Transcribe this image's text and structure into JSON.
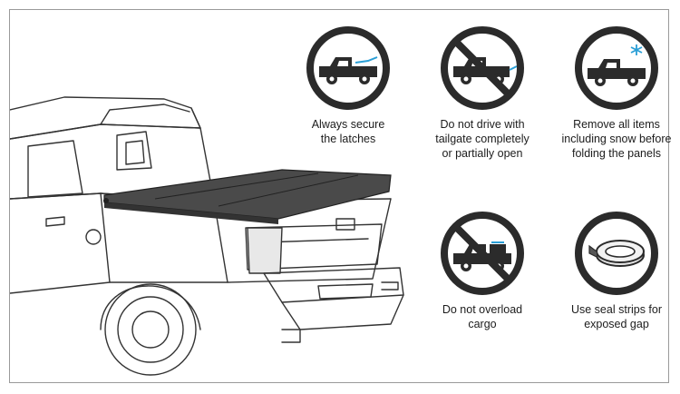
{
  "panels": [
    {
      "id": "secure",
      "caption": "Always secure\nthe latches",
      "icon": "truck-secure-latches-icon",
      "prohibited": false
    },
    {
      "id": "tailgate",
      "caption": "Do not drive with\ntailgate completely\nor partially open",
      "icon": "truck-tailgate-open-icon",
      "prohibited": true
    },
    {
      "id": "snow",
      "caption": "Remove all items\nincluding snow before\nfolding the panels",
      "icon": "truck-snow-icon",
      "prohibited": false
    },
    {
      "id": "overload",
      "caption": "Do not overload\ncargo",
      "icon": "truck-overload-icon",
      "prohibited": true
    },
    {
      "id": "seal",
      "caption": "Use seal strips for\nexposed gap",
      "icon": "seal-strip-roll-icon",
      "prohibited": false
    }
  ],
  "colors": {
    "circle": "#2b2b2b",
    "accent": "#2a9fd6",
    "cover": "#4a4a4a"
  }
}
